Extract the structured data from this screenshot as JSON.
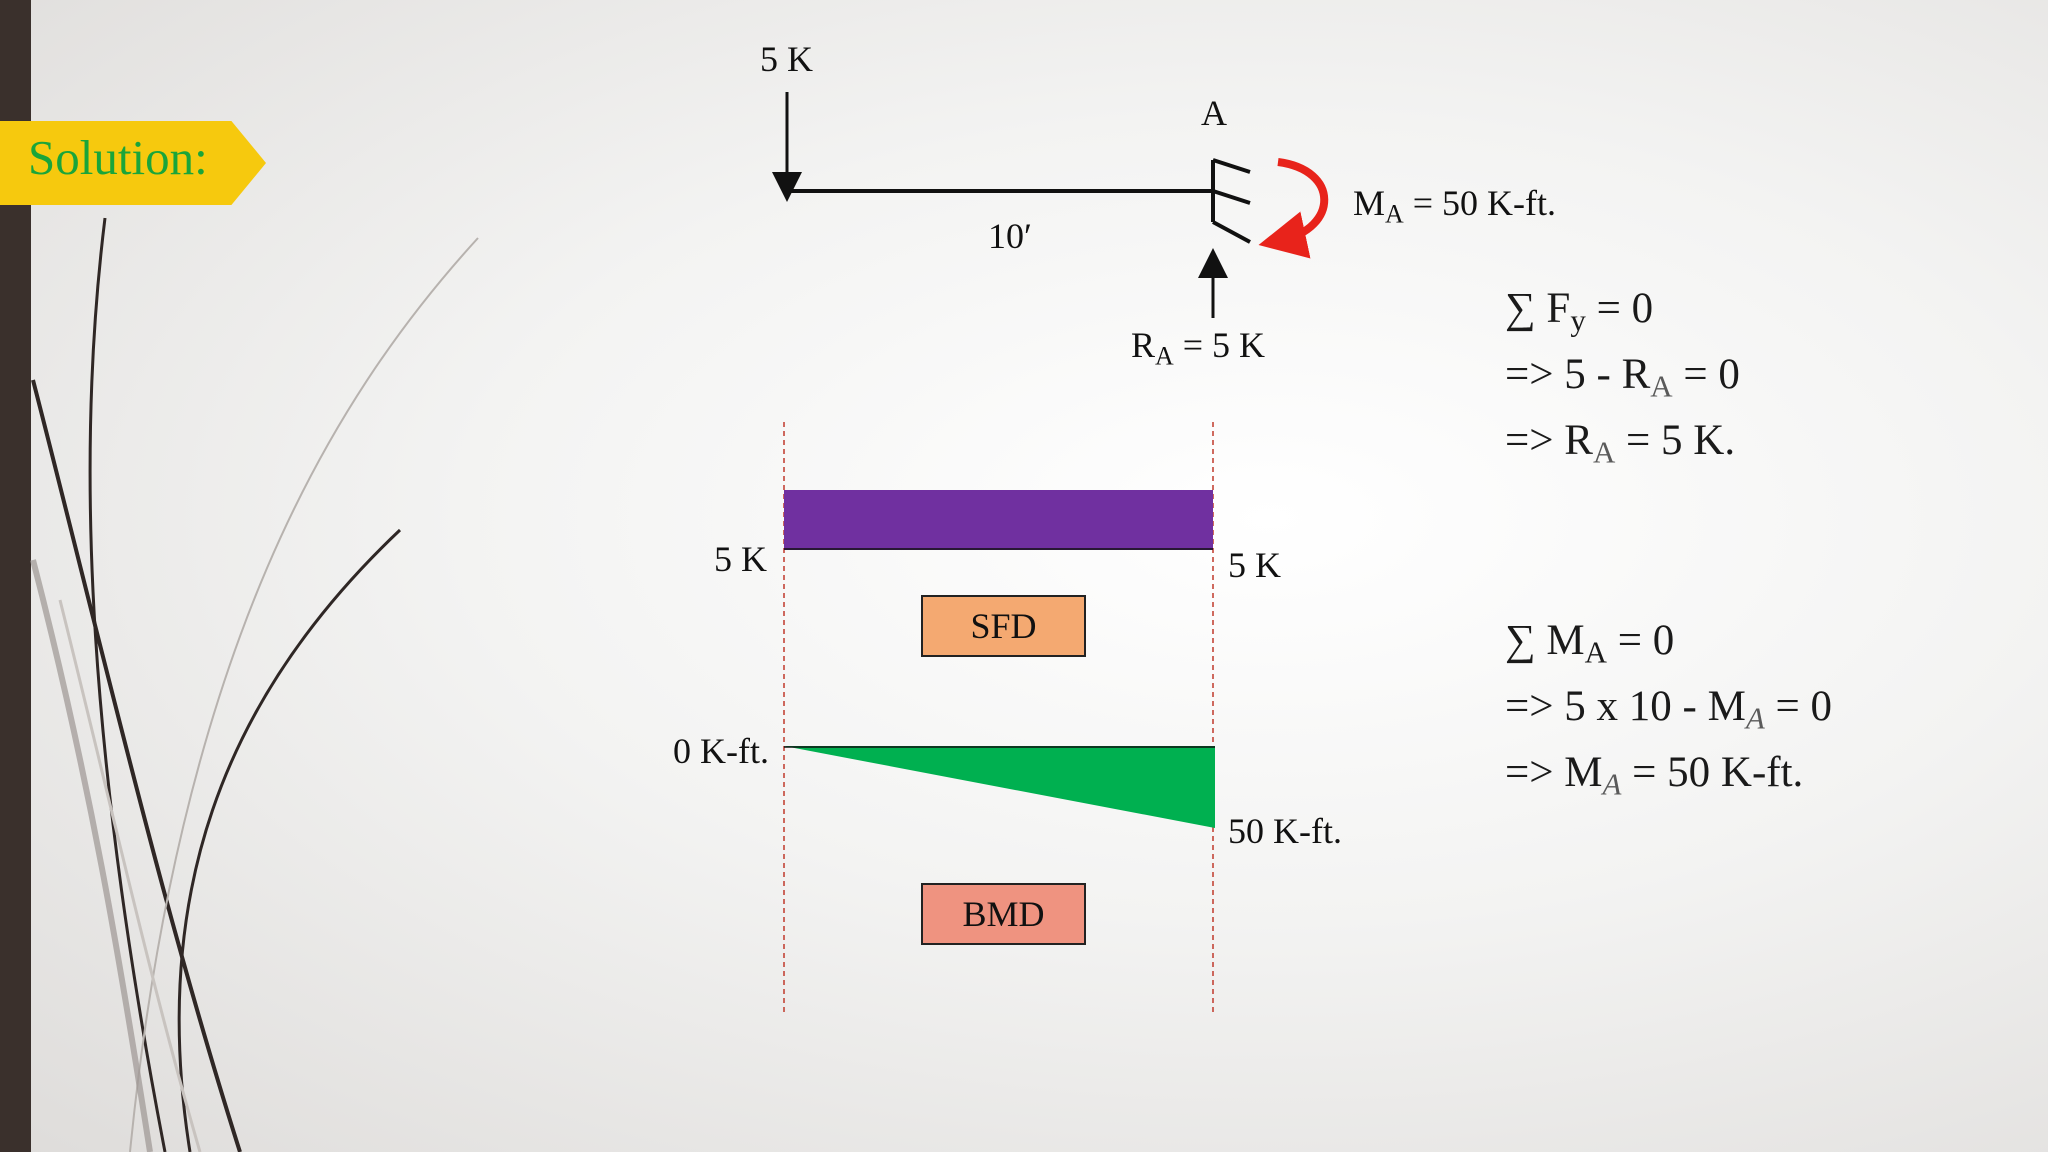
{
  "slide": {
    "title": "Solution:",
    "colors": {
      "banner": "#f6c90e",
      "title_text": "#1aa53a",
      "left_bar": "#3a302c"
    }
  },
  "beam": {
    "load_label": "5 K",
    "support_label": "A",
    "span_label": "10′",
    "moment": {
      "symbol": "M",
      "subscript": "A",
      "value": " = 50 K-ft."
    },
    "reaction": {
      "symbol": "R",
      "subscript": "A",
      "value": " = 5 K"
    },
    "moment_arrow_color": "#e8231b"
  },
  "sfd": {
    "left_value": "5 K",
    "right_value": "5 K",
    "label": "SFD",
    "fill_color": "#7030a0",
    "box_color": "#f4a971"
  },
  "bmd": {
    "left_value": "0 K-ft.",
    "right_value": "50 K-ft.",
    "label": "BMD",
    "fill_color": "#00b050",
    "box_color": "#ef9380"
  },
  "equations": {
    "force_sum": {
      "symbol": "∑ F",
      "subscript": "y",
      "rest": " = 0"
    },
    "force_line2": {
      "prefix": "=> 5 - R",
      "subscript": "A",
      "rest": " = 0"
    },
    "force_line3": {
      "prefix": "=> R",
      "subscript": "A",
      "rest": " = 5 K."
    },
    "moment_sum": {
      "symbol": "∑ M",
      "subscript": "A",
      "rest": " = 0"
    },
    "moment_line2": {
      "prefix": "=> 5 x 10 - M",
      "subscript": "A",
      "rest": " = 0"
    },
    "moment_line3": {
      "prefix": "=> M",
      "subscript": "A",
      "rest": " = 50 K-ft."
    }
  }
}
